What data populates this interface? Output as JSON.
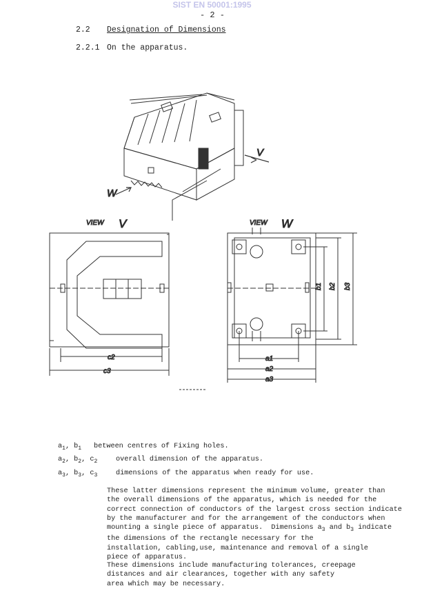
{
  "watermark": "SIST EN 50001:1995",
  "page_number": "- 2 -",
  "section": {
    "number": "2.2",
    "title": "Designation of Dimensions"
  },
  "subsection": {
    "number": "2.2.1",
    "title": "On the apparatus."
  },
  "figure": {
    "arrow_v": "V",
    "arrow_w": "W",
    "view_v_label": "VIEW",
    "view_v_letter": "V",
    "view_w_label": "VIEW",
    "view_w_letter": "W",
    "dims": {
      "c2": "c2",
      "c3": "c3",
      "a1": "a1",
      "a2": "a2",
      "a3": "a3",
      "b1": "b1",
      "b2": "b2",
      "b3": "b3"
    }
  },
  "legend": [
    {
      "sym": [
        "a",
        "1",
        ", b",
        "1"
      ],
      "text": "between centres of Fixing holes."
    },
    {
      "sym": [
        "a",
        "2",
        ", b",
        "2",
        ", c",
        "2"
      ],
      "text": "overall dimension of the apparatus."
    },
    {
      "sym": [
        "a",
        "3",
        ", b",
        "3",
        ", c",
        "3"
      ],
      "text": "dimensions of the apparatus when ready for use."
    }
  ],
  "paragraph1": [
    "These latter dimensions represent the minimum volume, greater than",
    "the overall dimensions of the apparatus, which is needed for the",
    "correct connection of conductors of the largest cross section indicate",
    "by the manufacturer and for the arrangement of the conductors when",
    "mounting a single piece of apparatus.  Dimensions a",
    "3",
    " and b",
    "3",
    " indicate",
    "the dimensions of the rectangle necessary for the",
    "installation, cabling,use, maintenance and removal of a single",
    "piece of apparatus."
  ],
  "paragraph2": [
    "These dimensions include manufacturing tolerances, creepage",
    "distances and air clearances, together with any safety",
    "area which may be necessary."
  ]
}
